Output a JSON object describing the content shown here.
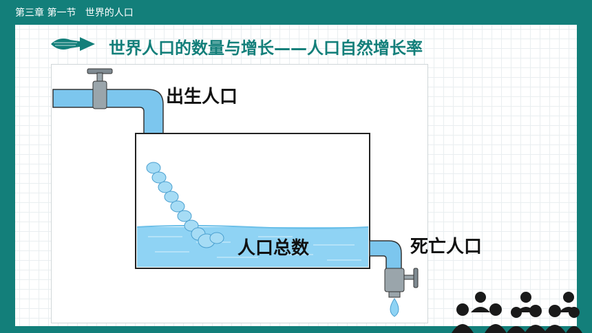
{
  "header": {
    "breadcrumb": "第三章 第一节   世界的人口"
  },
  "slide": {
    "title": "世界人口的数量与增长——人口自然增长率"
  },
  "diagram": {
    "labels": {
      "birth": "出生人口",
      "total": "人口总数",
      "death": "死亡人口"
    }
  },
  "colors": {
    "theme": "#137f7a",
    "water": "#8fd3f4",
    "pipe": "#7cc6ee"
  },
  "icons": [
    "arrow-brush-icon",
    "water-tap-icon",
    "people-group-icon"
  ]
}
